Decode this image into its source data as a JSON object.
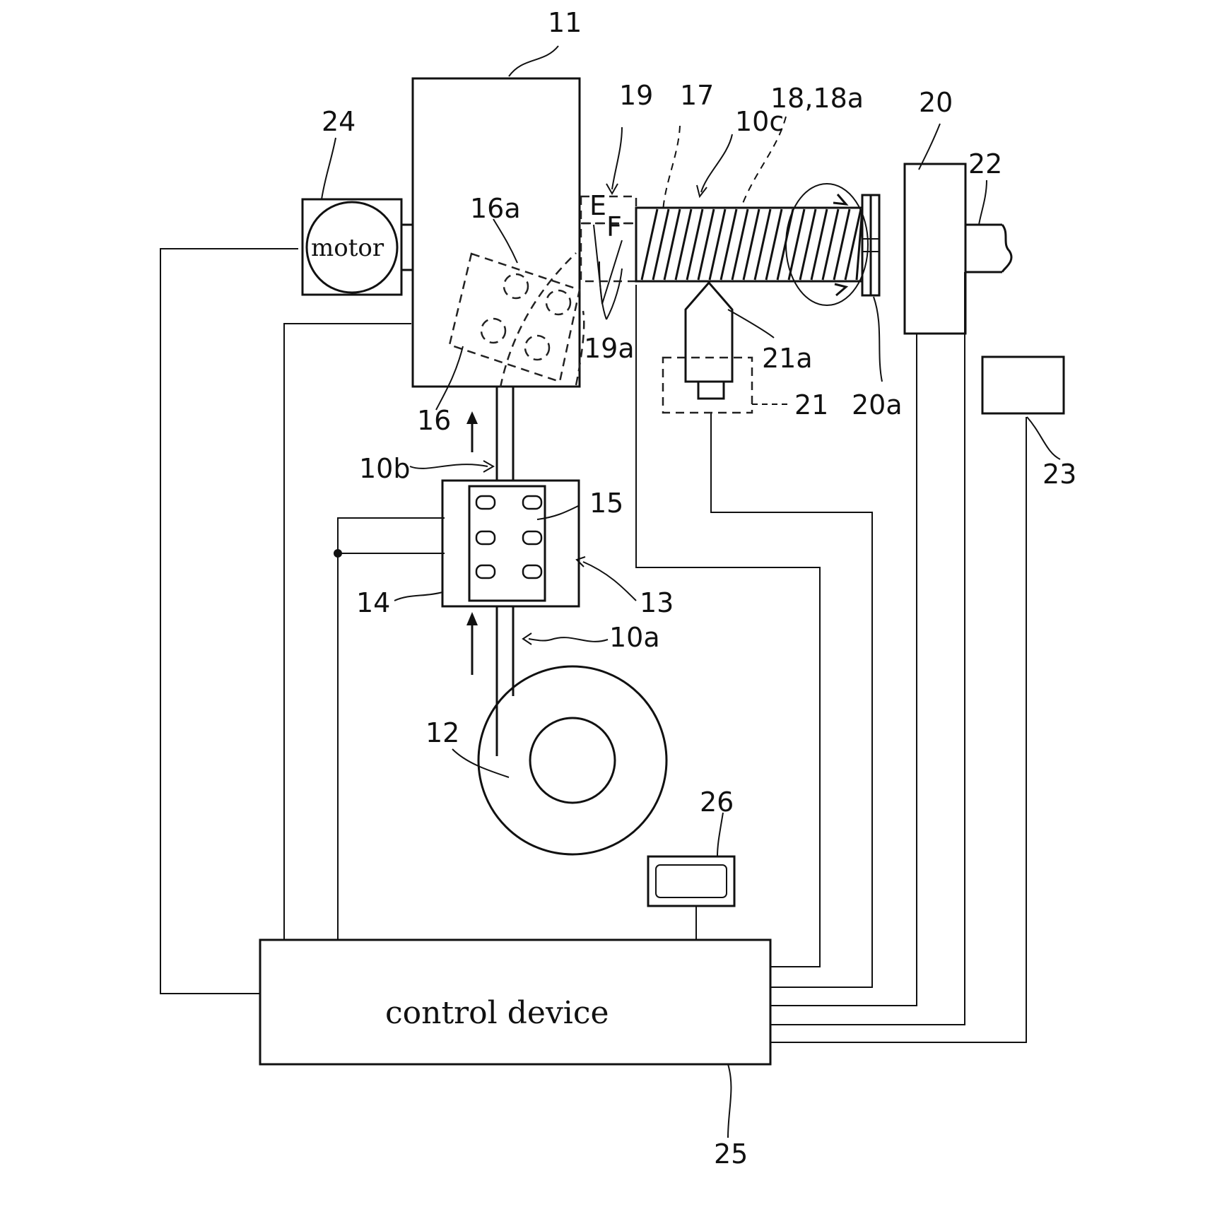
{
  "diagram": {
    "labels": {
      "l11": "11",
      "l12": "12",
      "l13": "13",
      "l14": "14",
      "l15": "15",
      "l16": "16",
      "l16a": "16a",
      "l17": "17",
      "l18": "18,18a",
      "l19": "19",
      "l19a": "19a",
      "l20": "20",
      "l20a": "20a",
      "l21": "21",
      "l21a": "21a",
      "l22": "22",
      "l23": "23",
      "l24": "24",
      "l25": "25",
      "l26": "26",
      "l10a": "10a",
      "l10b": "10b",
      "l10c": "10c"
    },
    "motor_text": "motor",
    "control_text": "control device"
  }
}
